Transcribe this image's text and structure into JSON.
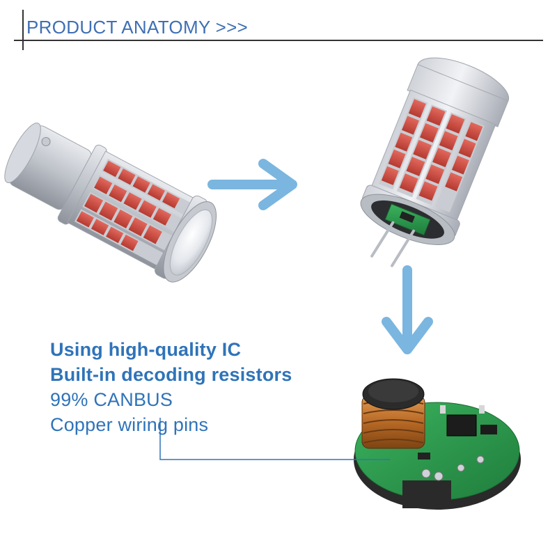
{
  "header": {
    "title": "PRODUCT ANATOMY >>>"
  },
  "features": [
    "Using high-quality IC",
    "Built-in decoding resistors",
    "99% CANBUS",
    "Copper wiring pins"
  ],
  "colors": {
    "title_blue": "#3f6fb4",
    "feature_blue": "#2f73b9",
    "arrow_blue": "#7ab6df",
    "pcb_green": "#2e9a4f",
    "led_red": "#c8433a"
  },
  "icons": {
    "arrow_right": "arrow-right-icon",
    "arrow_down_top": "arrow-down-icon",
    "arrow_down_bottom": "arrow-down-icon"
  }
}
